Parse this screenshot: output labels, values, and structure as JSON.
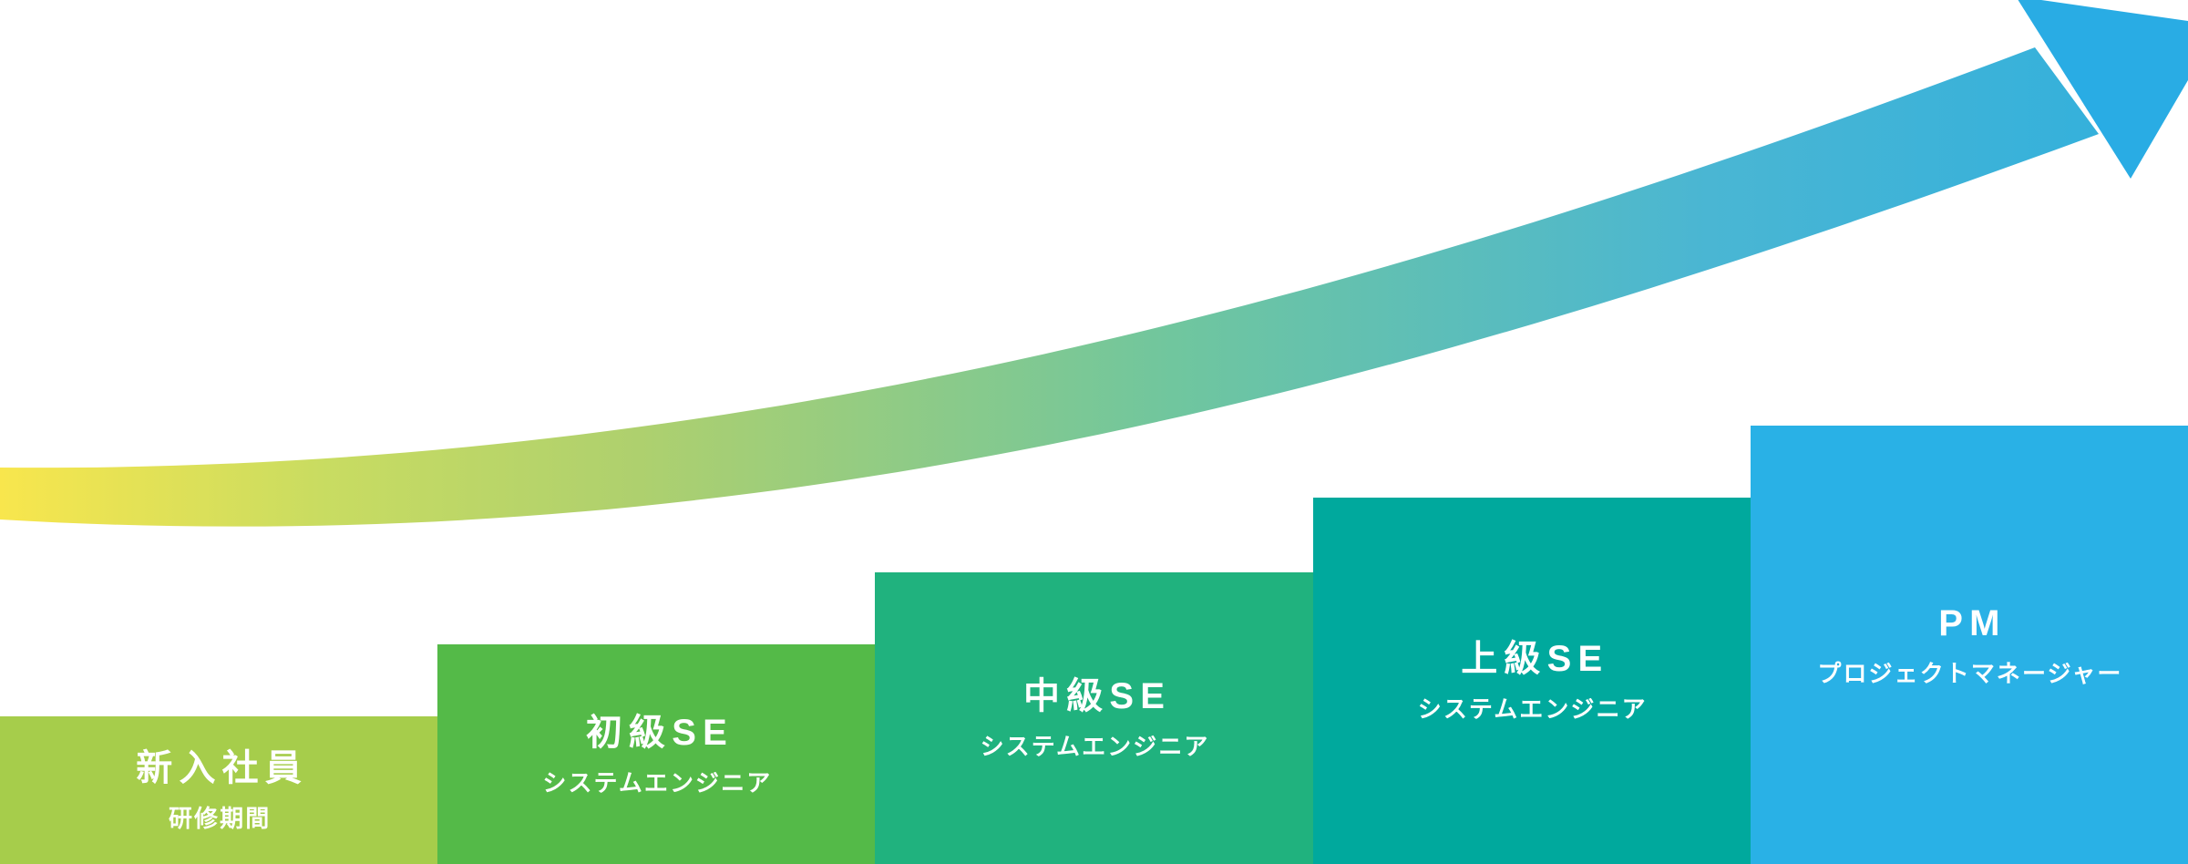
{
  "diagram": {
    "title": "career-step-growth-chart",
    "arrow": {
      "head_color": "#29ace4",
      "gradient": [
        "#f8e64d",
        "#c9dc61",
        "#aed06e",
        "#70c69e",
        "#4ab6d3",
        "#33b0dc"
      ]
    },
    "steps": [
      {
        "title": "新入社員",
        "subtitle": "研修期間",
        "color": "#a6cd4b"
      },
      {
        "title": "初級SE",
        "subtitle": "システムエンジニア",
        "color": "#54ba48"
      },
      {
        "title": "中級SE",
        "subtitle": "システムエンジニア",
        "color": "#20b27e"
      },
      {
        "title": "上級SE",
        "subtitle": "システムエンジニア",
        "color": "#00a99d"
      },
      {
        "title": "PM",
        "subtitle": "プロジェクトマネージャー",
        "color": "#29b1e6"
      }
    ]
  }
}
